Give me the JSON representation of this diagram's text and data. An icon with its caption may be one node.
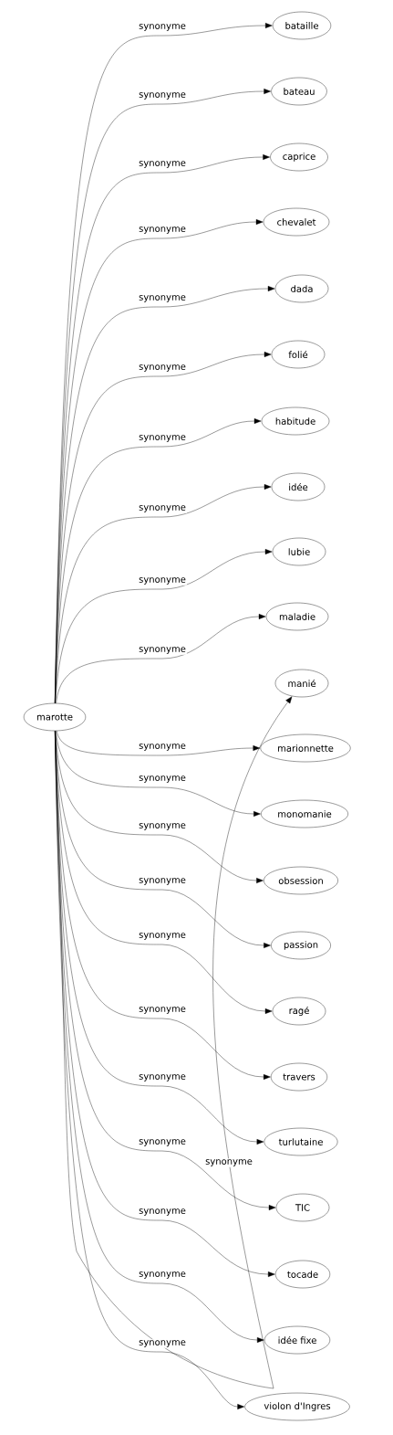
{
  "diagram": {
    "nodes": [
      {
        "text": [
          "marotte"
        ]
      },
      {
        "text": [
          "bataille"
        ]
      },
      {
        "text": [
          "bateau"
        ]
      },
      {
        "text": [
          "caprice"
        ]
      },
      {
        "text": [
          "chevalet"
        ]
      },
      {
        "text": [
          "dada"
        ]
      },
      {
        "text": [
          "folié"
        ]
      },
      {
        "text": [
          "habitude"
        ]
      },
      {
        "text": [
          "idée"
        ]
      },
      {
        "text": [
          "lubie"
        ]
      },
      {
        "text": [
          "maladie"
        ]
      },
      {
        "text": [
          "manié"
        ]
      },
      {
        "text": [
          "marionnette"
        ]
      },
      {
        "text": [
          "monomanie"
        ]
      },
      {
        "text": [
          "obsession"
        ]
      },
      {
        "text": [
          "passion"
        ]
      },
      {
        "text": [
          "ragé"
        ]
      },
      {
        "text": [
          "travers"
        ]
      },
      {
        "text": [
          "turlutaine"
        ]
      },
      {
        "text": [
          "TIC"
        ]
      },
      {
        "text": [
          "tocade"
        ]
      },
      {
        "text": [
          "idée fixe"
        ]
      },
      {
        "text": [
          "violon d'Ingres"
        ]
      }
    ],
    "edges": [
      {
        "from": 0,
        "to": 1,
        "arrow": "to",
        "label": "synonyme"
      },
      {
        "from": 0,
        "to": 2,
        "arrow": "to",
        "label": "synonyme"
      },
      {
        "from": 0,
        "to": 3,
        "arrow": "to",
        "label": "synonyme"
      },
      {
        "from": 0,
        "to": 4,
        "arrow": "to",
        "label": "synonyme"
      },
      {
        "from": 0,
        "to": 5,
        "arrow": "to",
        "label": "synonyme"
      },
      {
        "from": 0,
        "to": 6,
        "arrow": "to",
        "label": "synonyme"
      },
      {
        "from": 0,
        "to": 7,
        "arrow": "to",
        "label": "synonyme"
      },
      {
        "from": 0,
        "to": 8,
        "arrow": "to",
        "label": "synonyme"
      },
      {
        "from": 0,
        "to": 9,
        "arrow": "to",
        "label": "synonyme"
      },
      {
        "from": 0,
        "to": 10,
        "arrow": "to",
        "label": "synonyme"
      },
      {
        "from": 0,
        "to": 11,
        "arrow": "to",
        "label": "synonyme"
      },
      {
        "from": 0,
        "to": 12,
        "arrow": "to",
        "label": "synonyme"
      },
      {
        "from": 0,
        "to": 13,
        "arrow": "to",
        "label": "synonyme"
      },
      {
        "from": 0,
        "to": 14,
        "arrow": "to",
        "label": "synonyme"
      },
      {
        "from": 0,
        "to": 15,
        "arrow": "to",
        "label": "synonyme"
      },
      {
        "from": 0,
        "to": 16,
        "arrow": "to",
        "label": "synonyme"
      },
      {
        "from": 0,
        "to": 17,
        "arrow": "to",
        "label": "synonyme"
      },
      {
        "from": 0,
        "to": 18,
        "arrow": "to",
        "label": "synonyme"
      },
      {
        "from": 0,
        "to": 19,
        "arrow": "to",
        "label": "synonyme"
      },
      {
        "from": 0,
        "to": 20,
        "arrow": "to",
        "label": "synonyme"
      },
      {
        "from": 0,
        "to": 21,
        "arrow": "to",
        "label": "synonyme"
      },
      {
        "from": 0,
        "to": 22,
        "arrow": "to",
        "label": "synonyme"
      }
    ]
  }
}
